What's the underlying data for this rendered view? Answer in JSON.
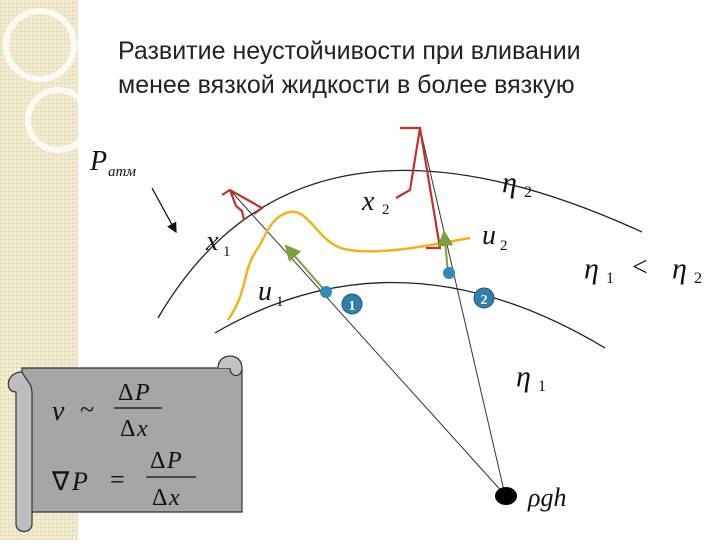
{
  "slide": {
    "title_line_1": "Развитие неустойчивости при вливании",
    "title_line_2": "менее вязкой жидкости в более вязкую"
  },
  "diagram": {
    "p_atm": {
      "letter": "P",
      "subscript": "атм"
    },
    "x1": {
      "letter": "x",
      "subscript": "1"
    },
    "x2": {
      "letter": "x",
      "subscript": "2"
    },
    "u1": {
      "letter": "u",
      "subscript": "1"
    },
    "u2": {
      "letter": "u",
      "subscript": "2"
    },
    "eta2": {
      "letter": "η",
      "subscript": "2"
    },
    "eta1": {
      "letter": "η",
      "subscript": "1"
    },
    "inequality": {
      "lhs": "η",
      "lhs_sub": "1",
      "op": "<",
      "rhs": "η",
      "rhs_sub": "2"
    },
    "rho_gh": "ρgh",
    "point_1": "1",
    "point_2": "2",
    "colors": {
      "interface": "#f2b21b",
      "bracket": "#c0312b",
      "velocity": "#7aa23a",
      "marker": "#2f8ab5",
      "scroll": "#a6a6a6"
    }
  },
  "scroll": {
    "nu": "ν",
    "sim": "~",
    "delta": "Δ",
    "P": "P",
    "x": "x",
    "nabla": "∇",
    "equals": "="
  }
}
